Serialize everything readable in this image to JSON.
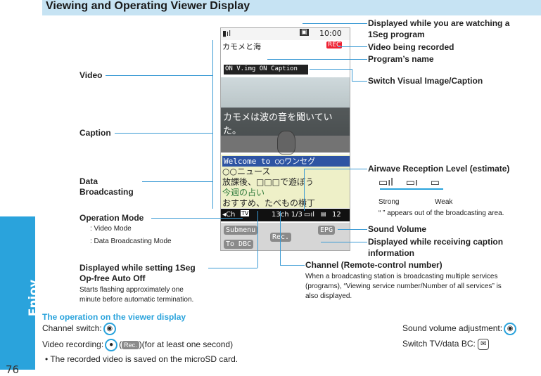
{
  "page": {
    "title": "Viewing and Operating Viewer Display",
    "side_tab": "Enjoy",
    "page_number": "76"
  },
  "phone": {
    "status": "10:00",
    "program_name": "カモメと海",
    "mode_bar": "ON V.img ON Caption",
    "caption": "カモメは波の音を聞いていた。",
    "data_lines": [
      "Welcome to ○○ワンセグ",
      "○○ニュース",
      "放課後、□□□で遊ぼう",
      "今週の占い",
      "おすすめ、たべもの横丁"
    ],
    "info_bar": "13ch 1/3",
    "volume": "12",
    "submenu": "Submenu",
    "to_dbc": "To DBC",
    "rec": "Rec.",
    "epg": "EPG",
    "rec_badge": "REC"
  },
  "labels": {
    "watching": "Displayed while you are watching a",
    "watching2": "1Seg program",
    "recorded": "Video being recorded",
    "program_name": "Program’s name",
    "switch": "Switch Visual Image/Caption",
    "video": "Video",
    "caption": "Caption",
    "data": "Data",
    "broadcasting": "Broadcasting",
    "airwave": "Airwave Reception Level (estimate)",
    "strong": "Strong",
    "weak": "Weak",
    "out_area": "“ ” appears out of the broadcasting area.",
    "op_mode": "Operation Mode",
    "video_mode": ": Video Mode",
    "data_mode": ": Data Broadcasting Mode",
    "sound_volume": "Sound Volume",
    "receiving_caption": "Displayed while receiving caption",
    "information": "information",
    "offtimer1": "Displayed while setting 1Seg",
    "offtimer2": "Op-free Auto Off",
    "offtimer3": "Starts flashing approximately one",
    "offtimer4": "minute before automatic termination.",
    "channel": "Channel (Remote-control number)",
    "channel_d1": "When a broadcasting station is broadcasting multiple services",
    "channel_d2": "(programs), “Viewing service number/Number of all services” is",
    "channel_d3": "also displayed."
  },
  "operations": {
    "heading": "The operation on the viewer display",
    "channel_switch": "Channel switch:",
    "video_rec": "Video recording:",
    "video_rec_tail": ")(for at least one second)",
    "note": "• The recorded video is saved on the microSD card.",
    "sound_adj": "Sound volume adjustment:",
    "switch_tv": "Switch TV/data BC:"
  }
}
